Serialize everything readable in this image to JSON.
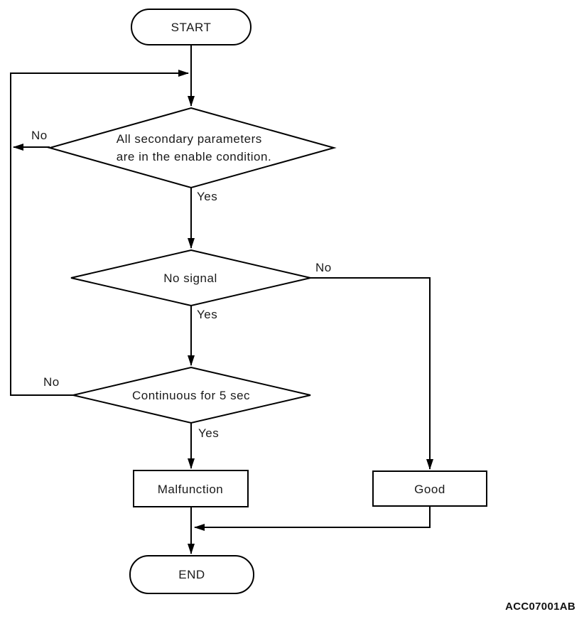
{
  "figure": {
    "code": "ACC07001AB"
  },
  "flowchart": {
    "terminals": {
      "start": "START",
      "end": "END"
    },
    "decisions": {
      "secondary_params": "All secondary parameters\nare in the enable condition.",
      "no_signal": "No signal",
      "continuous": "Continuous for 5 sec"
    },
    "processes": {
      "malfunction": "Malfunction",
      "good": "Good"
    },
    "branch_labels": {
      "d1_no": "No",
      "d1_yes": "Yes",
      "d2_no": "No",
      "d2_yes": "Yes",
      "d3_no": "No",
      "d3_yes": "Yes"
    },
    "colors": {
      "stroke": "#000000",
      "background": "#ffffff",
      "text": "#1a1a1a"
    }
  }
}
